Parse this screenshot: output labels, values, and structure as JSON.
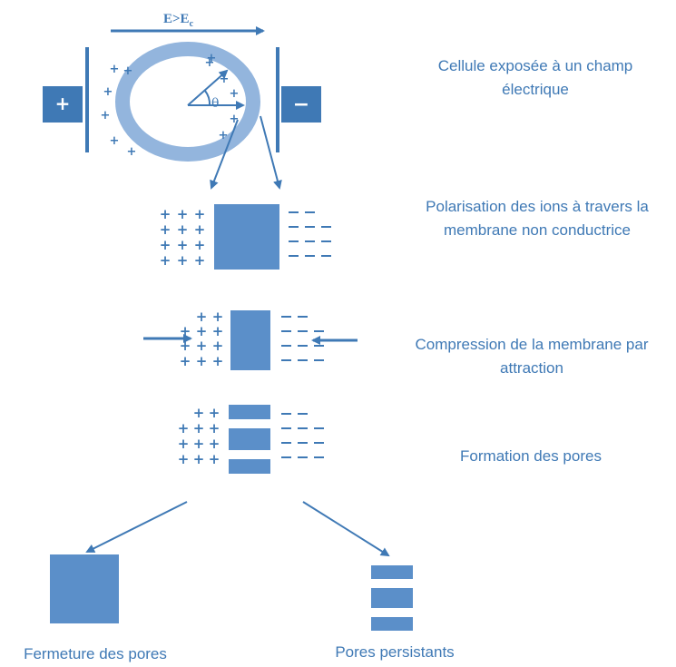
{
  "colors": {
    "primary": "#3f79b5",
    "fill": "#5b8fc9",
    "ring": "#93b5dd",
    "text": "#3f79b5",
    "white": "#ffffff"
  },
  "diagram": {
    "field_label": {
      "main": "E>E",
      "sub": "c"
    },
    "angle_symbol": "θ",
    "plus_sign": "+",
    "minus_sign": "−"
  },
  "steps": [
    {
      "lines": [
        "Cellule exposée à un champ",
        "électrique"
      ]
    },
    {
      "lines": [
        "Polarisation des ions à travers la",
        "membrane non conductrice"
      ]
    },
    {
      "lines": [
        "Compression de la membrane par",
        "attraction"
      ]
    },
    {
      "lines": [
        "Formation des pores"
      ]
    }
  ],
  "outcomes": {
    "closure": "Fermeture des pores",
    "persistent": "Pores persistants"
  }
}
